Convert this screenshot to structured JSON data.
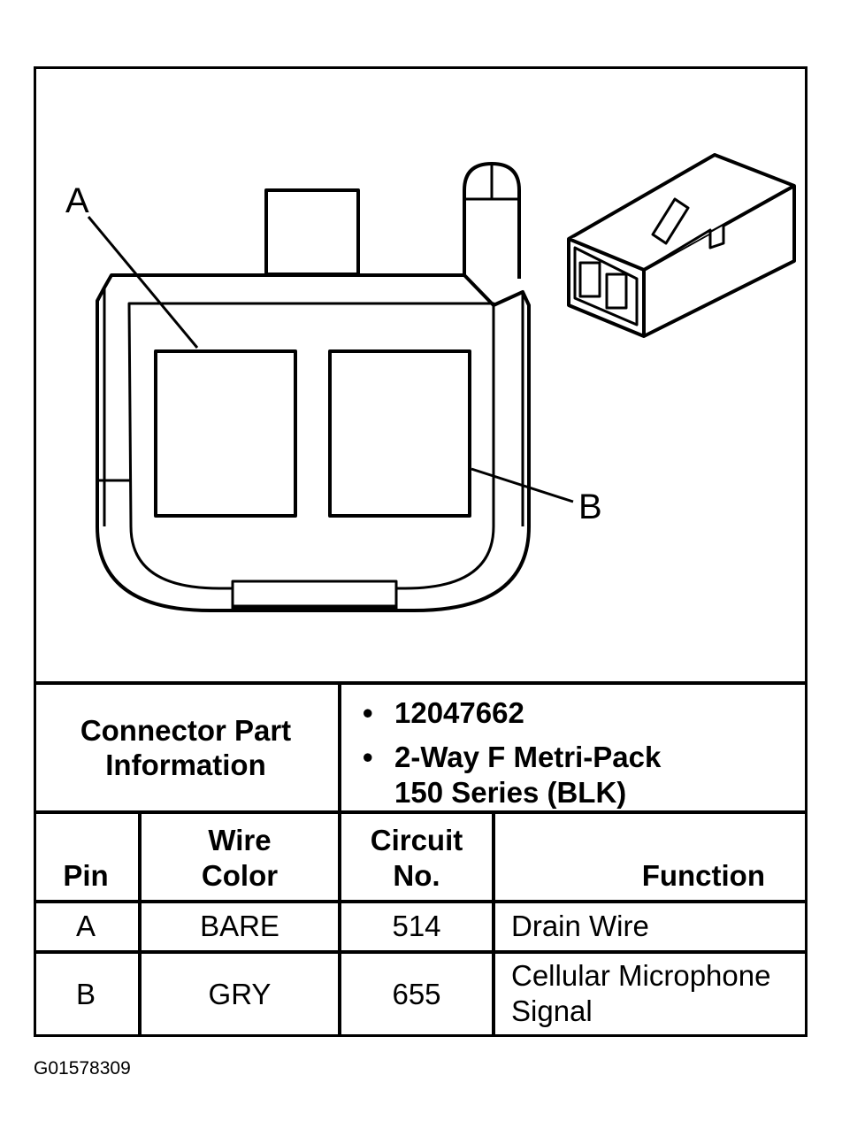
{
  "diagram": {
    "pin_a_label": "A",
    "pin_b_label": "B"
  },
  "connector_info": {
    "heading_line1": "Connector Part",
    "heading_line2": "Information",
    "bullets": [
      {
        "line1": "12047662",
        "line2": ""
      },
      {
        "line1": "2-Way F Metri-Pack",
        "line2": "150 Series (BLK)"
      }
    ]
  },
  "table": {
    "headers": {
      "pin": "Pin",
      "wire_color_line1": "Wire",
      "wire_color_line2": "Color",
      "circuit_line1": "Circuit",
      "circuit_line2": "No.",
      "function": "Function"
    },
    "rows": [
      {
        "pin": "A",
        "wire_color": "BARE",
        "circuit": "514",
        "function_line1": "Drain Wire",
        "function_line2": ""
      },
      {
        "pin": "B",
        "wire_color": "GRY",
        "circuit": "655",
        "function_line1": "Cellular Microphone",
        "function_line2": "Signal"
      }
    ]
  },
  "figure_id": "G01578309"
}
